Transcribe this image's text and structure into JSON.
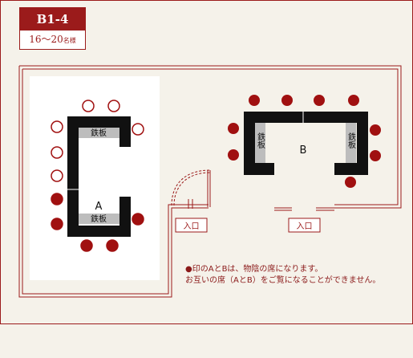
{
  "room": {
    "code": "B1-4",
    "capacity": "16〜20",
    "capacity_unit": "名様"
  },
  "table_a": {
    "label": "A",
    "griddle_top": "鉄板",
    "griddle_bottom": "鉄板"
  },
  "table_b": {
    "label": "B",
    "griddle_left": "鉄板",
    "griddle_right": "鉄板"
  },
  "entrances": {
    "left": "入口",
    "right": "入口"
  },
  "notes": {
    "line1": "●印のAとBは、物陰の席になります。",
    "line2": "お互いの席（AとB）をご覧になることができません。"
  },
  "colors": {
    "accent": "#9b1b1b",
    "table": "#111111",
    "griddle": "#bdbdbd",
    "filled_seat": "#a01010",
    "open_seat_fill": "#ffffff"
  }
}
